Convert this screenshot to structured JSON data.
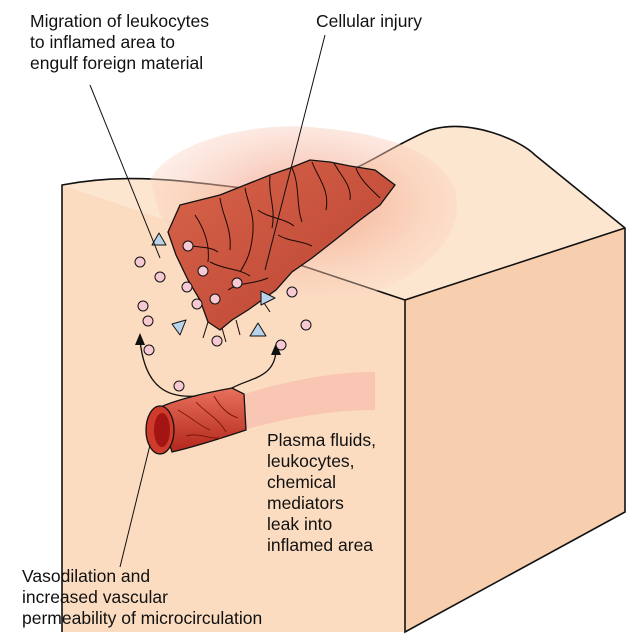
{
  "labels": {
    "migration": [
      "Migration of leukocytes",
      "to inflamed area to",
      "engulf foreign material"
    ],
    "injury": [
      "Cellular injury"
    ],
    "plasma": [
      "Plasma fluids,",
      "leukocytes,",
      "chemical",
      "mediators",
      "leak into",
      "inflamed area"
    ],
    "vasodilation": [
      "Vasodilation and",
      "increased vascular",
      "permeability of microcirculation"
    ]
  },
  "colors": {
    "tissue_top": "#fde6cf",
    "tissue_front": "#fbdcc0",
    "tissue_side": "#f7cfae",
    "outline": "#111111",
    "injury_fill": "#c9543a",
    "injury_halo": "#f2a58c",
    "vessel": "#cf3b2a",
    "vessel_lumen": "#a31414",
    "leukocyte": "#f6c9d3",
    "mediator": "#b9d3ea"
  },
  "icons": {
    "leukocyte": "circle",
    "mediator": "triangle"
  }
}
